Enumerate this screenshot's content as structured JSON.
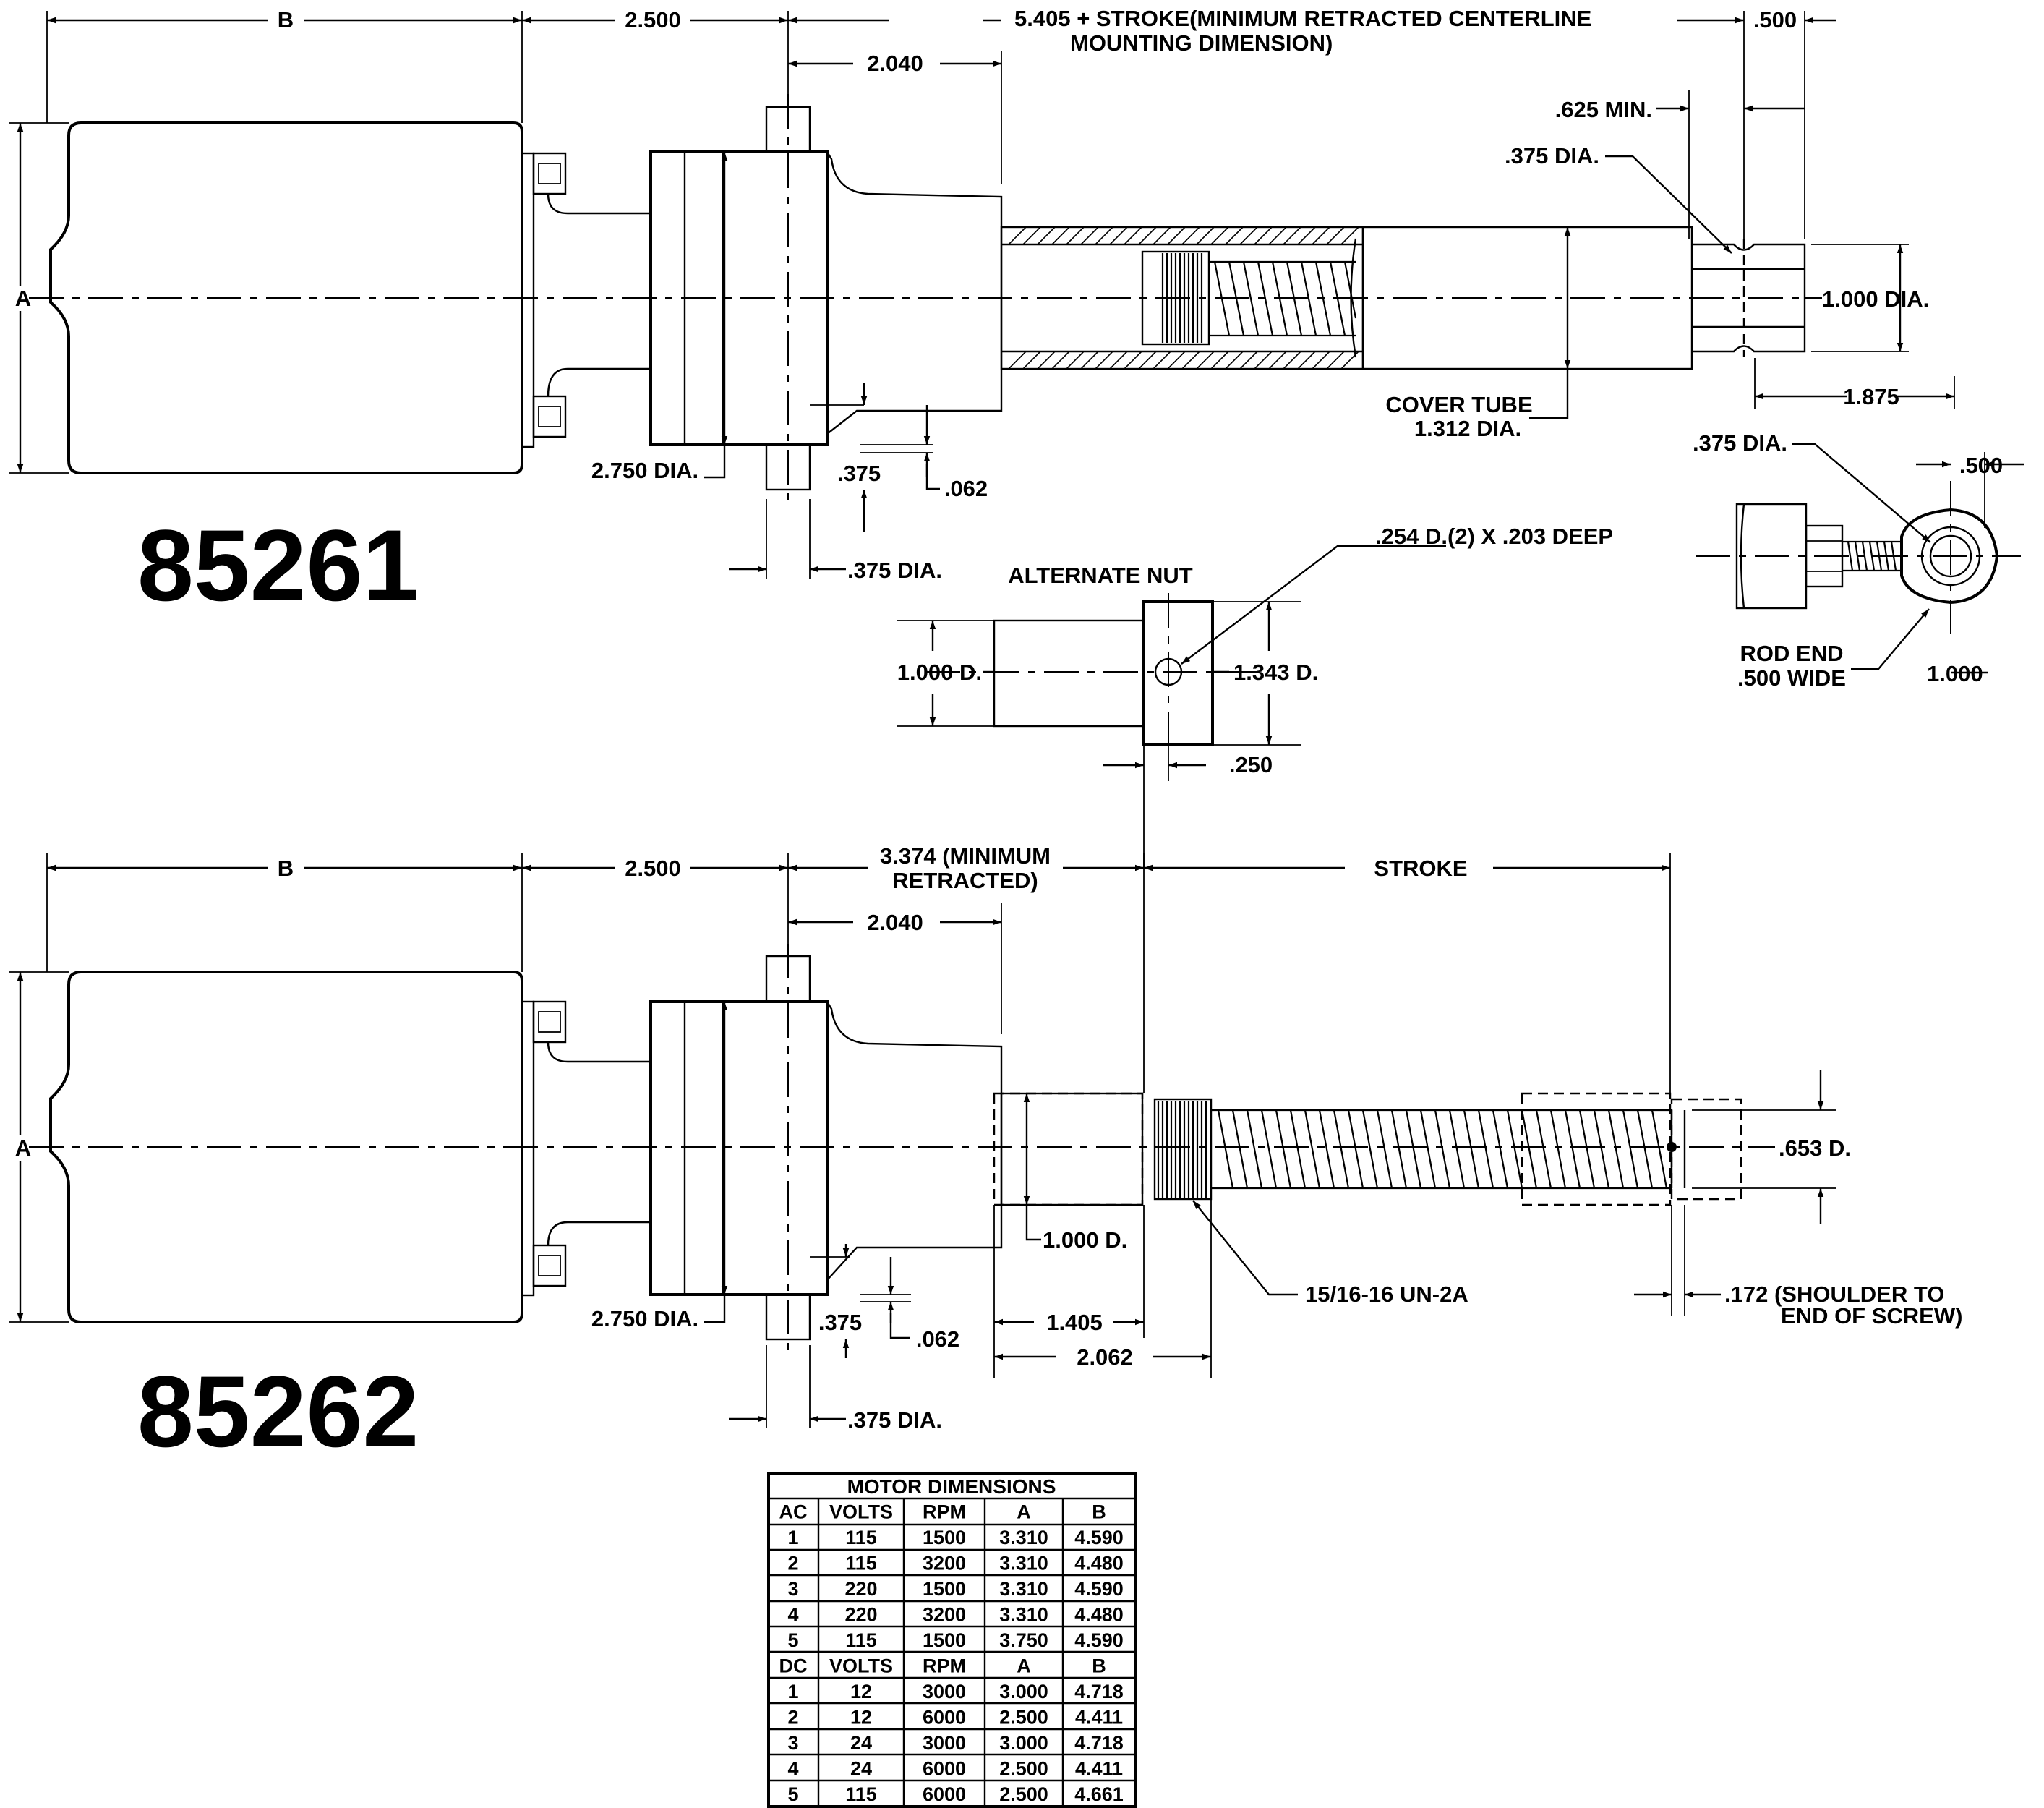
{
  "models": {
    "top": "85261",
    "bottom": "85262"
  },
  "top_view": {
    "dim_b": "B",
    "dim_2500": "2.500",
    "dim_stroke_line1": "5.405 + STROKE(MINIMUM RETRACTED CENTERLINE",
    "dim_stroke_line2": "MOUNTING DIMENSION)",
    "dim_500": ".500",
    "dim_2040": "2.040",
    "dim_625_min": ".625 MIN.",
    "dim_375_dia_pin": ".375 DIA.",
    "dim_a": "A",
    "dim_1000_dia": "1.000 DIA.",
    "cover_tube_line1": "COVER TUBE",
    "cover_tube_line2": "1.312 DIA.",
    "dim_1875": "1.875",
    "dim_2750_dia": "2.750 DIA.",
    "dim_375": ".375",
    "dim_062": ".062",
    "dim_375_dia_shaft": ".375 DIA."
  },
  "rod_end": {
    "dim_375_dia": ".375 DIA.",
    "dim_500": ".500",
    "label_line1": "ROD END",
    "label_line2": ".500 WIDE",
    "dim_1000": "1.000"
  },
  "alternate_nut": {
    "title": "ALTERNATE NUT",
    "hole_note": ".254 D.(2) X .203 DEEP",
    "dim_1000_d": "1.000 D.",
    "dim_1343_d": "1.343 D.",
    "dim_250": ".250"
  },
  "bottom_view": {
    "dim_b": "B",
    "dim_2500": "2.500",
    "dim_3374_line1": "3.374 (MINIMUM",
    "dim_3374_line2": "RETRACTED)",
    "dim_stroke": "STROKE",
    "dim_2040": "2.040",
    "dim_a": "A",
    "dim_653_d": ".653 D.",
    "dim_1000_d": "1.000 D.",
    "thread_note": "15/16-16 UN-2A",
    "dim_172_line1": ".172 (SHOULDER TO",
    "dim_172_line2": "END OF SCREW)",
    "dim_2750_dia": "2.750 DIA.",
    "dim_375": ".375",
    "dim_062": ".062",
    "dim_1405": "1.405",
    "dim_2062": "2.062",
    "dim_375_dia_shaft": ".375 DIA."
  },
  "motor_table": {
    "title": "MOTOR DIMENSIONS",
    "ac_header": [
      "AC",
      "VOLTS",
      "RPM",
      "A",
      "B"
    ],
    "ac_rows": [
      [
        "1",
        "115",
        "1500",
        "3.310",
        "4.590"
      ],
      [
        "2",
        "115",
        "3200",
        "3.310",
        "4.480"
      ],
      [
        "3",
        "220",
        "1500",
        "3.310",
        "4.590"
      ],
      [
        "4",
        "220",
        "3200",
        "3.310",
        "4.480"
      ],
      [
        "5",
        "115",
        "1500",
        "3.750",
        "4.590"
      ]
    ],
    "dc_header": [
      "DC",
      "VOLTS",
      "RPM",
      "A",
      "B"
    ],
    "dc_rows": [
      [
        "1",
        "12",
        "3000",
        "3.000",
        "4.718"
      ],
      [
        "2",
        "12",
        "6000",
        "2.500",
        "4.411"
      ],
      [
        "3",
        "24",
        "3000",
        "3.000",
        "4.718"
      ],
      [
        "4",
        "24",
        "6000",
        "2.500",
        "4.411"
      ],
      [
        "5",
        "115",
        "6000",
        "2.500",
        "4.661"
      ]
    ]
  }
}
